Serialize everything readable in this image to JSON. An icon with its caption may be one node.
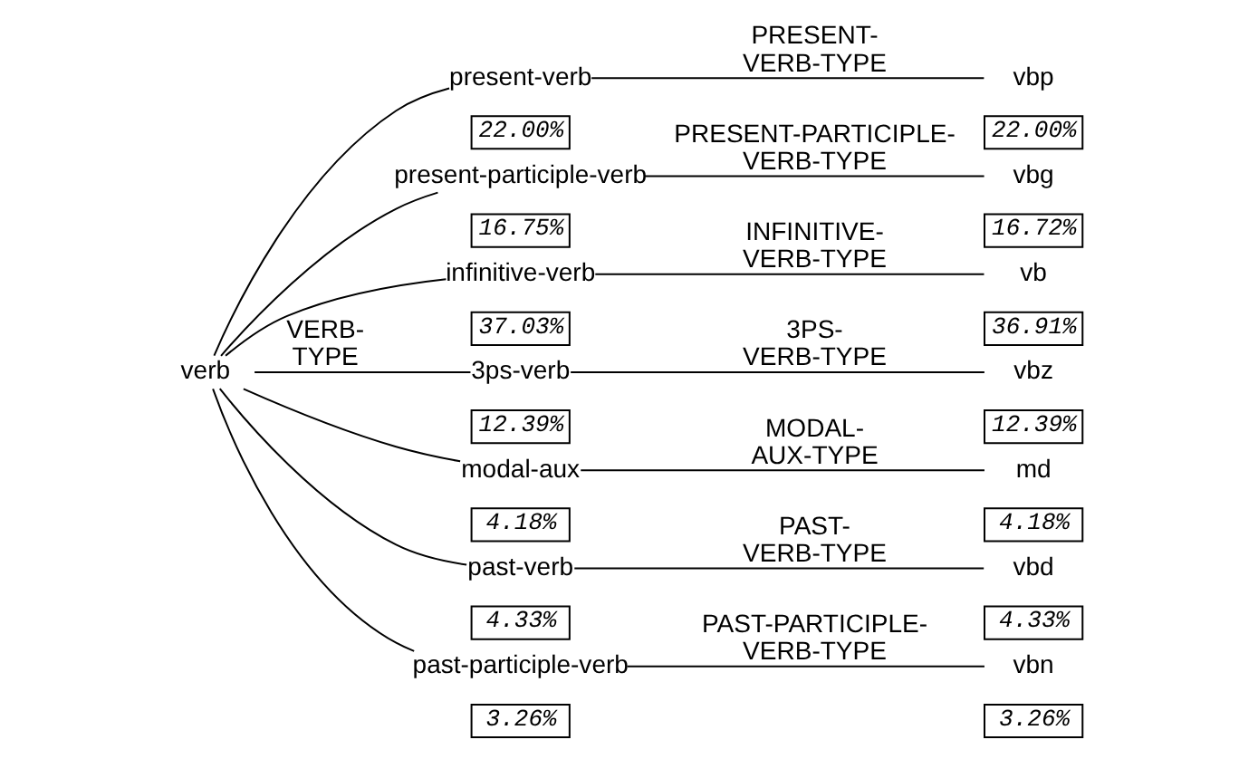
{
  "diagram": {
    "nodes": [
      {
        "text": [
          "verb"
        ]
      },
      {
        "text": [
          "present-verb"
        ]
      },
      {
        "text": [
          "vbp"
        ]
      },
      {
        "text": [
          "22.00%"
        ]
      },
      {
        "text": [
          "22.00%"
        ]
      },
      {
        "text": [
          "present-participle-verb"
        ]
      },
      {
        "text": [
          "vbg"
        ]
      },
      {
        "text": [
          "16.75%"
        ]
      },
      {
        "text": [
          "16.72%"
        ]
      },
      {
        "text": [
          "infinitive-verb"
        ]
      },
      {
        "text": [
          "vb"
        ]
      },
      {
        "text": [
          "37.03%"
        ]
      },
      {
        "text": [
          "36.91%"
        ]
      },
      {
        "text": [
          "3ps-verb"
        ]
      },
      {
        "text": [
          "vbz"
        ]
      },
      {
        "text": [
          "12.39%"
        ]
      },
      {
        "text": [
          "12.39%"
        ]
      },
      {
        "text": [
          "modal-aux"
        ]
      },
      {
        "text": [
          "md"
        ]
      },
      {
        "text": [
          "4.18%"
        ]
      },
      {
        "text": [
          "4.18%"
        ]
      },
      {
        "text": [
          "past-verb"
        ]
      },
      {
        "text": [
          "vbd"
        ]
      },
      {
        "text": [
          "4.33%"
        ]
      },
      {
        "text": [
          "4.33%"
        ]
      },
      {
        "text": [
          "past-participle-verb"
        ]
      },
      {
        "text": [
          "vbn"
        ]
      },
      {
        "text": [
          "3.26%"
        ]
      },
      {
        "text": [
          "3.26%"
        ]
      }
    ],
    "edges": [
      {
        "from": 0,
        "to": 1,
        "arrow": "none"
      },
      {
        "from": 0,
        "to": 5,
        "arrow": "none"
      },
      {
        "from": 0,
        "to": 9,
        "arrow": "none"
      },
      {
        "from": 0,
        "to": 13,
        "arrow": "none",
        "label": "VERB-TYPE"
      },
      {
        "from": 0,
        "to": 17,
        "arrow": "none"
      },
      {
        "from": 0,
        "to": 21,
        "arrow": "none"
      },
      {
        "from": 0,
        "to": 25,
        "arrow": "none"
      },
      {
        "from": 1,
        "to": 2,
        "arrow": "none",
        "label": "PRESENT-VERB-TYPE"
      },
      {
        "from": 5,
        "to": 6,
        "arrow": "none",
        "label": "PRESENT-PARTICIPLE-VERB-TYPE"
      },
      {
        "from": 9,
        "to": 10,
        "arrow": "none",
        "label": "INFINITIVE-VERB-TYPE"
      },
      {
        "from": 13,
        "to": 14,
        "arrow": "none",
        "label": "3PS-VERB-TYPE"
      },
      {
        "from": 17,
        "to": 18,
        "arrow": "none",
        "label": "MODAL-AUX-TYPE"
      },
      {
        "from": 21,
        "to": 22,
        "arrow": "none",
        "label": "PAST-VERB-TYPE"
      },
      {
        "from": 25,
        "to": 26,
        "arrow": "none",
        "label": "PAST-PARTICIPLE-VERB-TYPE"
      }
    ]
  }
}
